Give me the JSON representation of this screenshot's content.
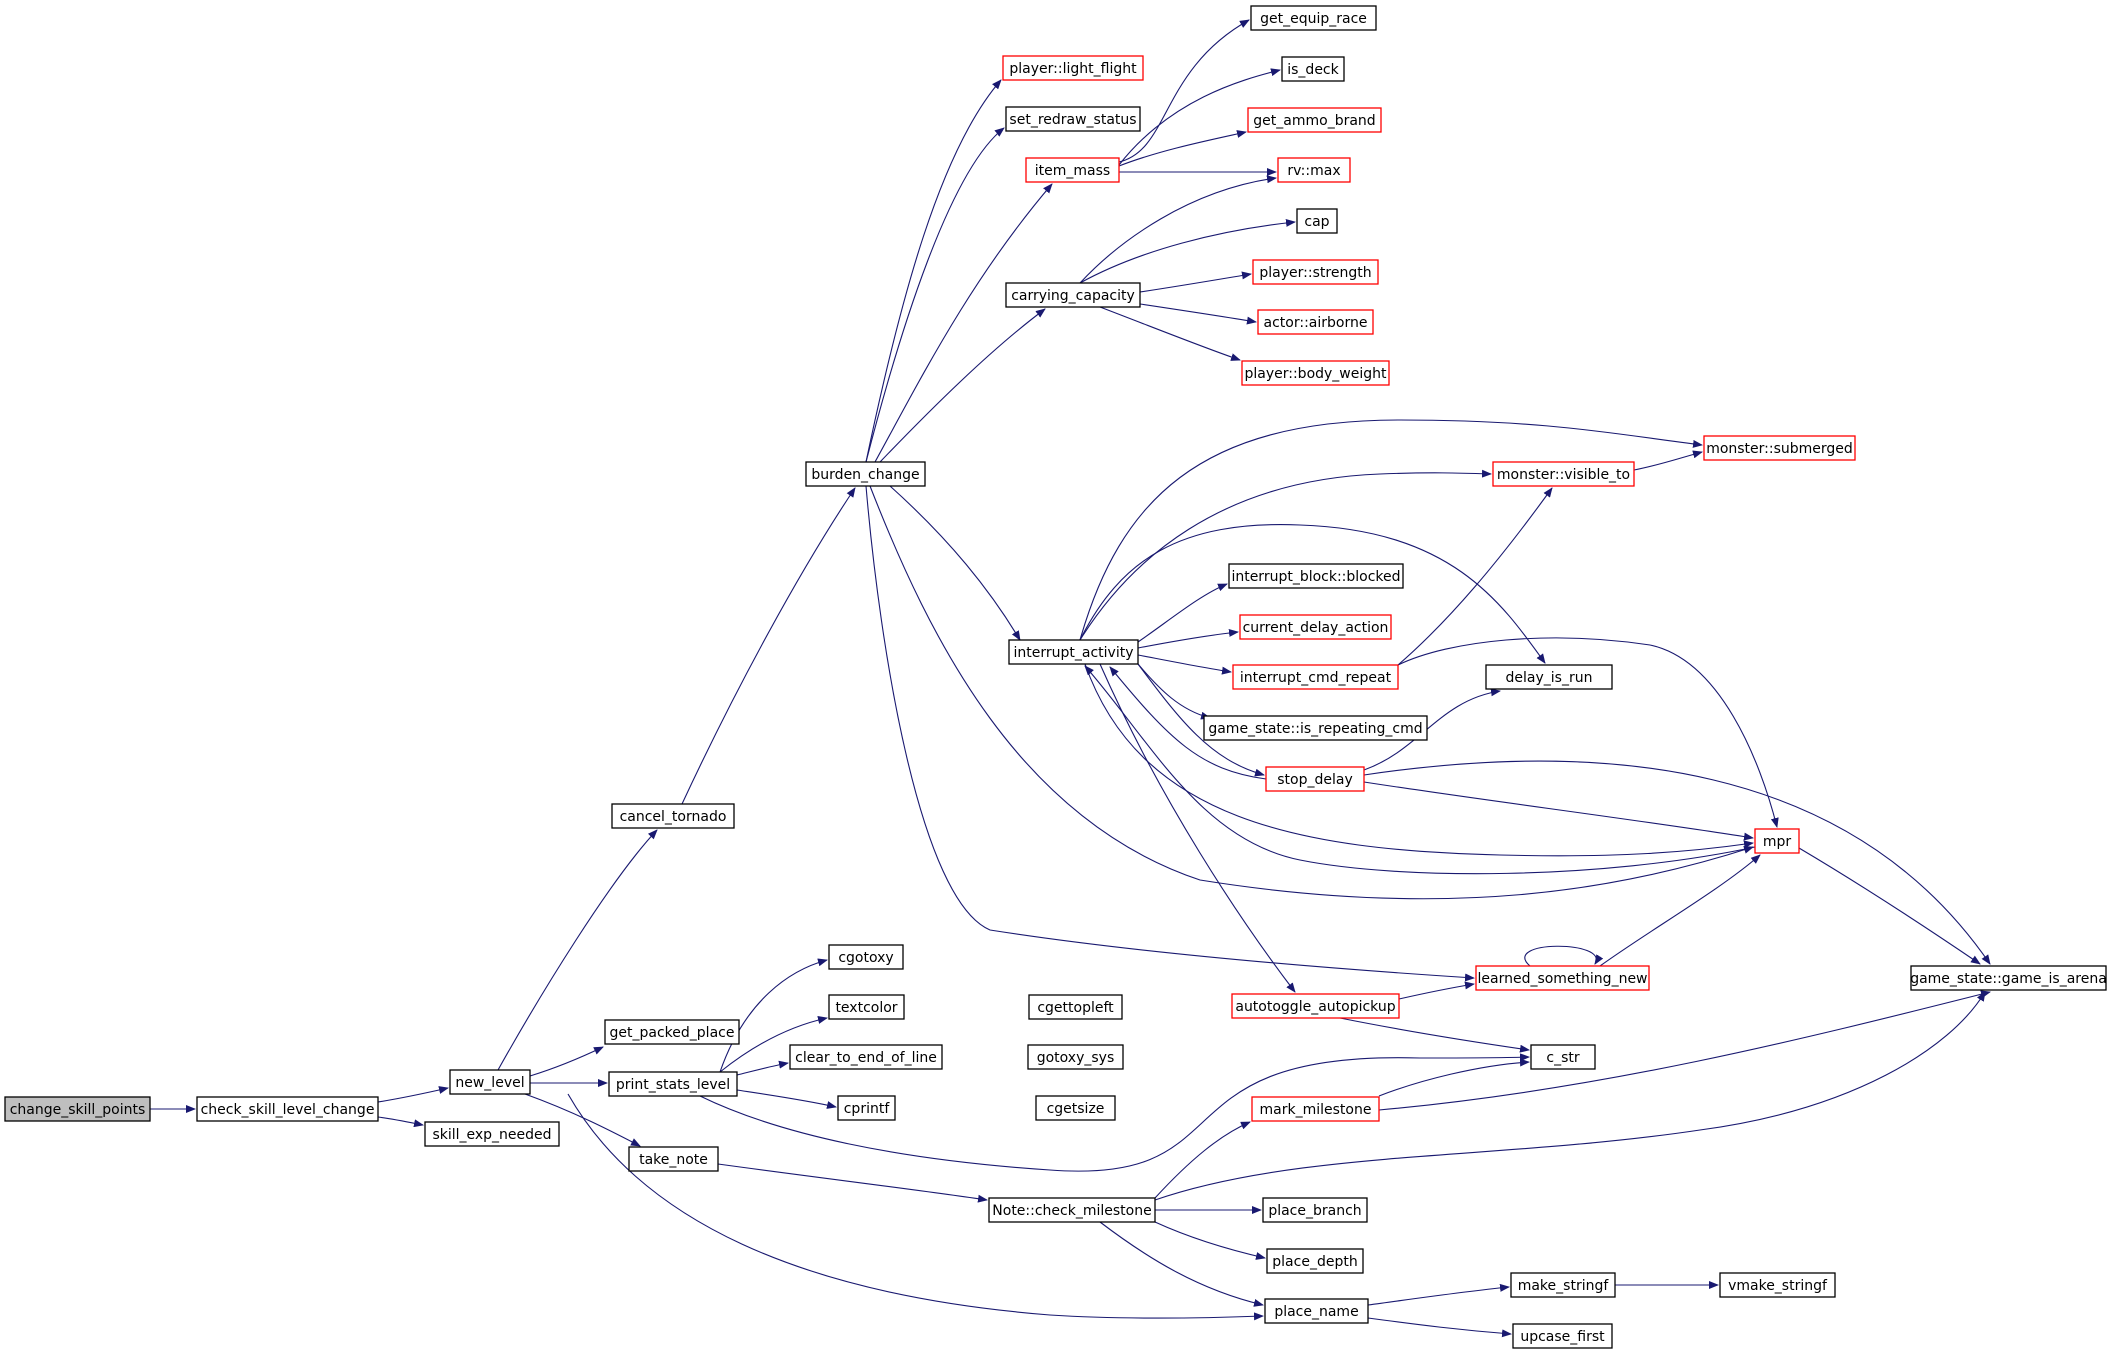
{
  "graph": {
    "edge_color": "#191970",
    "truncated_border_color": "#ff0000",
    "root_fill": "#bfbfbf",
    "nodes": [
      {
        "id": "n0",
        "label": "change_skill_points",
        "style": "root"
      },
      {
        "id": "n1",
        "label": "check_skill_level_change",
        "style": "normal"
      },
      {
        "id": "n2",
        "label": "new_level",
        "style": "normal"
      },
      {
        "id": "n3",
        "label": "skill_exp_needed",
        "style": "normal"
      },
      {
        "id": "n4",
        "label": "cancel_tornado",
        "style": "normal"
      },
      {
        "id": "n5",
        "label": "get_packed_place",
        "style": "normal"
      },
      {
        "id": "n6",
        "label": "print_stats_level",
        "style": "normal"
      },
      {
        "id": "n7",
        "label": "take_note",
        "style": "normal"
      },
      {
        "id": "n8",
        "label": "place_name",
        "style": "normal"
      },
      {
        "id": "n9",
        "label": "burden_change",
        "style": "normal"
      },
      {
        "id": "n10",
        "label": "cgotoxy",
        "style": "normal"
      },
      {
        "id": "n11",
        "label": "textcolor",
        "style": "normal"
      },
      {
        "id": "n12",
        "label": "clear_to_end_of_line",
        "style": "normal"
      },
      {
        "id": "n13",
        "label": "cprintf",
        "style": "normal"
      },
      {
        "id": "n14",
        "label": "Note::check_milestone",
        "style": "normal"
      },
      {
        "id": "n15",
        "label": "player::light_flight",
        "style": "red"
      },
      {
        "id": "n16",
        "label": "set_redraw_status",
        "style": "normal"
      },
      {
        "id": "n17",
        "label": "item_mass",
        "style": "red"
      },
      {
        "id": "n18",
        "label": "carrying_capacity",
        "style": "normal"
      },
      {
        "id": "n19",
        "label": "interrupt_activity",
        "style": "normal"
      },
      {
        "id": "n20",
        "label": "cgettopleft",
        "style": "normal"
      },
      {
        "id": "n21",
        "label": "gotoxy_sys",
        "style": "normal"
      },
      {
        "id": "n22",
        "label": "cgetsize",
        "style": "normal"
      },
      {
        "id": "n23",
        "label": "get_equip_race",
        "style": "normal"
      },
      {
        "id": "n24",
        "label": "is_deck",
        "style": "normal"
      },
      {
        "id": "n25",
        "label": "get_ammo_brand",
        "style": "red"
      },
      {
        "id": "n26",
        "label": "rv::max",
        "style": "red"
      },
      {
        "id": "n27",
        "label": "cap",
        "style": "normal"
      },
      {
        "id": "n28",
        "label": "player::strength",
        "style": "red"
      },
      {
        "id": "n29",
        "label": "actor::airborne",
        "style": "red"
      },
      {
        "id": "n30",
        "label": "player::body_weight",
        "style": "red"
      },
      {
        "id": "n31",
        "label": "interrupt_block::blocked",
        "style": "normal"
      },
      {
        "id": "n32",
        "label": "current_delay_action",
        "style": "red"
      },
      {
        "id": "n33",
        "label": "interrupt_cmd_repeat",
        "style": "red"
      },
      {
        "id": "n34",
        "label": "game_state::is_repeating_cmd",
        "style": "normal"
      },
      {
        "id": "n35",
        "label": "stop_delay",
        "style": "red"
      },
      {
        "id": "n36",
        "label": "autotoggle_autopickup",
        "style": "red"
      },
      {
        "id": "n37",
        "label": "mark_milestone",
        "style": "red"
      },
      {
        "id": "n38",
        "label": "place_branch",
        "style": "normal"
      },
      {
        "id": "n39",
        "label": "place_depth",
        "style": "normal"
      },
      {
        "id": "n40",
        "label": "monster::visible_to",
        "style": "red"
      },
      {
        "id": "n41",
        "label": "delay_is_run",
        "style": "normal"
      },
      {
        "id": "n42",
        "label": "learned_something_new",
        "style": "red"
      },
      {
        "id": "n43",
        "label": "c_str",
        "style": "normal"
      },
      {
        "id": "n44",
        "label": "make_stringf",
        "style": "normal"
      },
      {
        "id": "n45",
        "label": "upcase_first",
        "style": "normal"
      },
      {
        "id": "n46",
        "label": "monster::submerged",
        "style": "red"
      },
      {
        "id": "n47",
        "label": "mpr",
        "style": "red"
      },
      {
        "id": "n48",
        "label": "vmake_stringf",
        "style": "normal"
      },
      {
        "id": "n49",
        "label": "game_state::game_is_arena",
        "style": "normal"
      }
    ]
  }
}
